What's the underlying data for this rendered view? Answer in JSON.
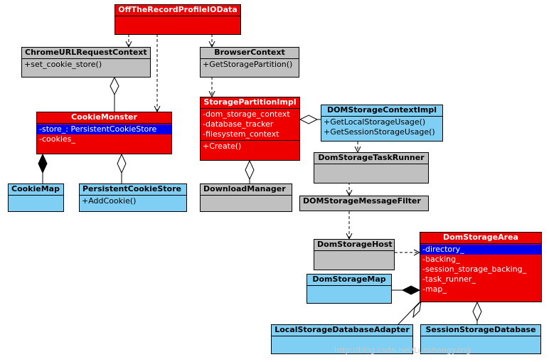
{
  "classes": {
    "off_the_record": {
      "title": "OffTheRecordProfileIOData"
    },
    "chrome_url_request_context": {
      "title": "ChromeURLRequestContext",
      "ops": [
        "+set_cookie_store()"
      ]
    },
    "browser_context": {
      "title": "BrowserContext",
      "ops": [
        "+GetStoragePartition()"
      ]
    },
    "cookie_monster": {
      "title": "CookieMonster",
      "attrs": [
        "-store_: PersistentCookieStore",
        "-cookies_"
      ]
    },
    "storage_partition_impl": {
      "title": "StoragePartitionImpl",
      "attrs": [
        "-dom_storage_context",
        "-database_tracker",
        "-filesystem_context"
      ],
      "ops": [
        "+Create()"
      ]
    },
    "dom_storage_context_impl": {
      "title": "DOMStorageContextImpl",
      "ops": [
        "+GetLocalStorageUsage()",
        "+GetSessionStorageUsage()"
      ]
    },
    "dom_storage_task_runner": {
      "title": "DomStorageTaskRunner"
    },
    "cookie_map": {
      "title": "CookieMap"
    },
    "persistent_cookie_store": {
      "title": "PersistentCookieStore",
      "ops": [
        "+AddCookie()"
      ]
    },
    "download_manager": {
      "title": "DownloadManager"
    },
    "dom_storage_message_filter": {
      "title": "DOMStorageMessageFilter"
    },
    "dom_storage_host": {
      "title": "DomStorageHost"
    },
    "dom_storage_area": {
      "title": "DomStorageArea",
      "attrs": [
        "-directory_",
        "-backing_",
        "-session_storage_backing_",
        "-task_runner_",
        "-map_"
      ]
    },
    "dom_storage_map": {
      "title": "DomStorageMap"
    },
    "local_storage_database_adapter": {
      "title": "LocalStorageDatabaseAdapter"
    },
    "session_storage_database": {
      "title": "SessionStorageDatabase"
    }
  },
  "colors": {
    "red": "#ee0000",
    "gray": "#c0c0c0",
    "blue": "#7ecff3",
    "highlight": "#0000ee"
  },
  "watermark": "http://blog.csdn.net/Luoshengyang"
}
